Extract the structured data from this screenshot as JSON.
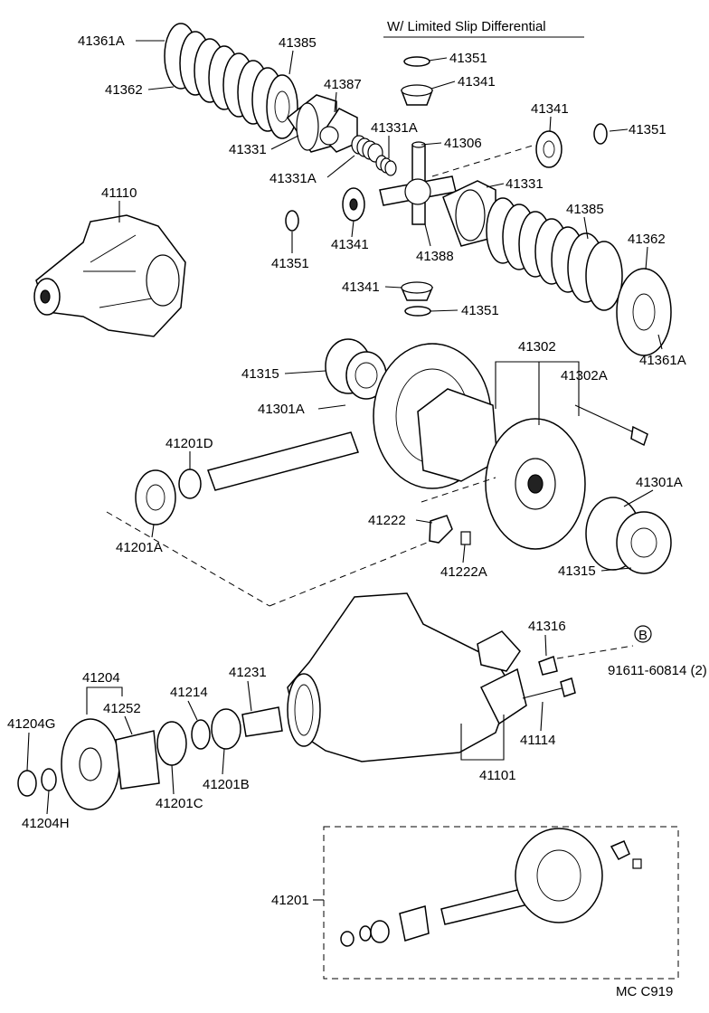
{
  "header": {
    "title": "W/ Limited Slip Differential"
  },
  "footer": {
    "code": "MC  C919"
  },
  "circle_badge": "B",
  "labels": {
    "p41361A_top": "41361A",
    "p41362_top": "41362",
    "p41385_top": "41385",
    "p41387": "41387",
    "p41331_left": "41331",
    "p41331A_upper": "41331A",
    "p41331A_lower": "41331A",
    "p41306": "41306",
    "p41351_a": "41351",
    "p41341_a": "41341",
    "p41341_b": "41341",
    "p41351_b": "41351",
    "p41331_right": "41331",
    "p41351_c": "41351",
    "p41341_c": "41341",
    "p41388": "41388",
    "p41385_right": "41385",
    "p41362_right": "41362",
    "p41341_d": "41341",
    "p41351_d": "41351",
    "p41361A_right": "41361A",
    "p41110": "41110",
    "p41302": "41302",
    "p41302A": "41302A",
    "p41315_top": "41315",
    "p41301A_left": "41301A",
    "p41201D": "41201D",
    "p41301A_right": "41301A",
    "p41222": "41222",
    "p41222A": "41222A",
    "p41201A": "41201A",
    "p41315_bottom": "41315",
    "p41316": "41316",
    "p91611": "91611-60814 (2)",
    "p41204": "41204",
    "p41231": "41231",
    "p41214": "41214",
    "p41252": "41252",
    "p41204G": "41204G",
    "p41114": "41114",
    "p41201B": "41201B",
    "p41201C": "41201C",
    "p41101": "41101",
    "p41204H": "41204H",
    "p41201": "41201"
  }
}
